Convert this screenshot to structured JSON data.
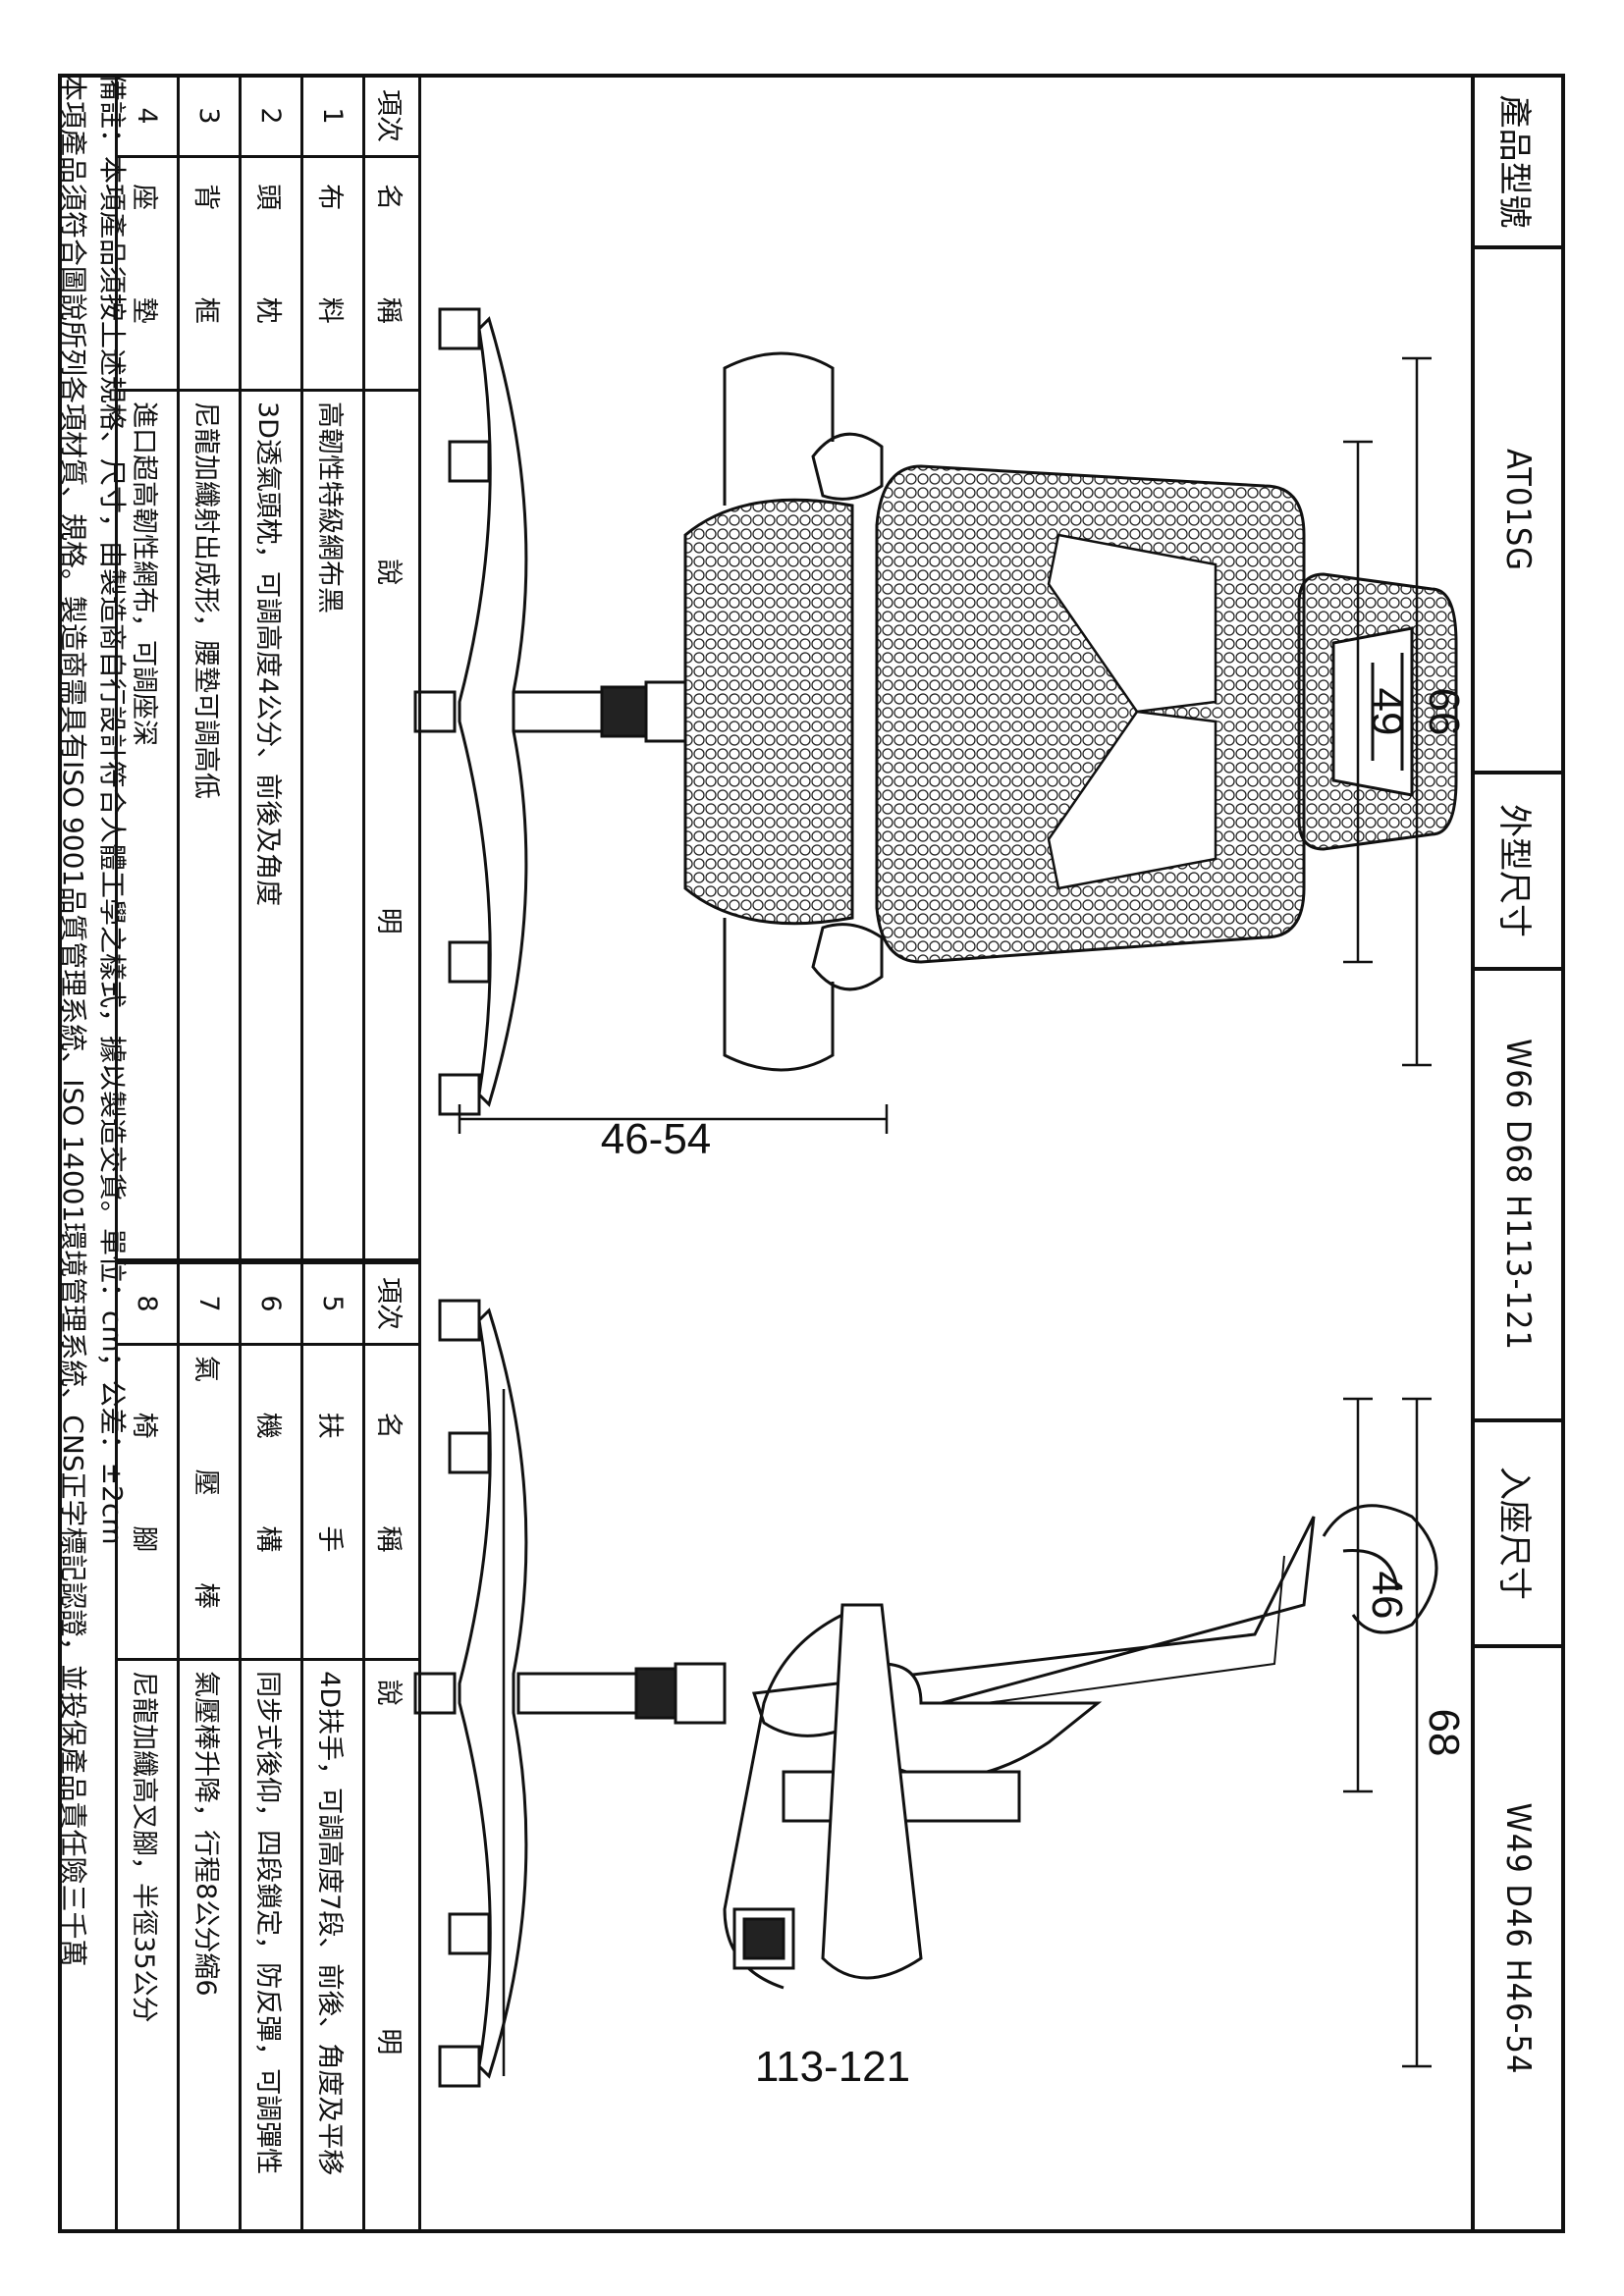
{
  "header": {
    "model_label": "產品型號",
    "model_value": "AT01SG",
    "outer_label": "外型尺寸",
    "outer_value": "W66 D68 H113-121",
    "inner_label": "入座尺寸",
    "inner_value": "W49 D46 H46-54"
  },
  "dimensions": {
    "front_width_outer": "66",
    "front_width_inner": "49",
    "front_seat_height": "46-54",
    "side_depth_outer": "68",
    "side_depth_inner": "46",
    "side_total_height": "113-121"
  },
  "table_left": {
    "headers": {
      "no": "項次",
      "name": "名 稱",
      "desc": "說 明"
    },
    "rows": [
      {
        "no": "1",
        "name": "布 料",
        "desc": "高韌性特級網布黑"
      },
      {
        "no": "2",
        "name": "頭 枕",
        "desc": "3D透氣頭枕，可調高度4公分、前後及角度"
      },
      {
        "no": "3",
        "name": "背 框",
        "desc": "尼龍加纖射出成形，腰墊可調高低"
      },
      {
        "no": "4",
        "name": "座 墊",
        "desc": "進口超高韌性網布，可調座深"
      }
    ]
  },
  "table_right": {
    "headers": {
      "no": "項次",
      "name": "名 稱",
      "desc": "說 明"
    },
    "rows": [
      {
        "no": "5",
        "name": "扶 手",
        "desc": "4D扶手，可調高度7段、前後、角度及平移"
      },
      {
        "no": "6",
        "name": "機 構",
        "desc": "同步式後仰，四段鎖定，防反彈，可調彈性"
      },
      {
        "no": "7",
        "name": "氣 壓 棒",
        "desc": "氣壓棒升降，行程8公分縮6"
      },
      {
        "no": "8",
        "name": "椅 腳",
        "desc": "尼龍加纖高叉腳，半徑35公分"
      }
    ]
  },
  "notes": {
    "line1": "備註：本項產品須按上述規格、尺寸，由製造商自行設計符合人體工學之樣式，據以製造交貨。單位：cm；公差：±2cm",
    "line2": "本項產品須符合圖說所列各項材質、規格。製造商需具有ISO 9001品質管理系統、ISO 14001環境管理系統、CNS正字標記認證，並投保產品責任險三千萬"
  }
}
